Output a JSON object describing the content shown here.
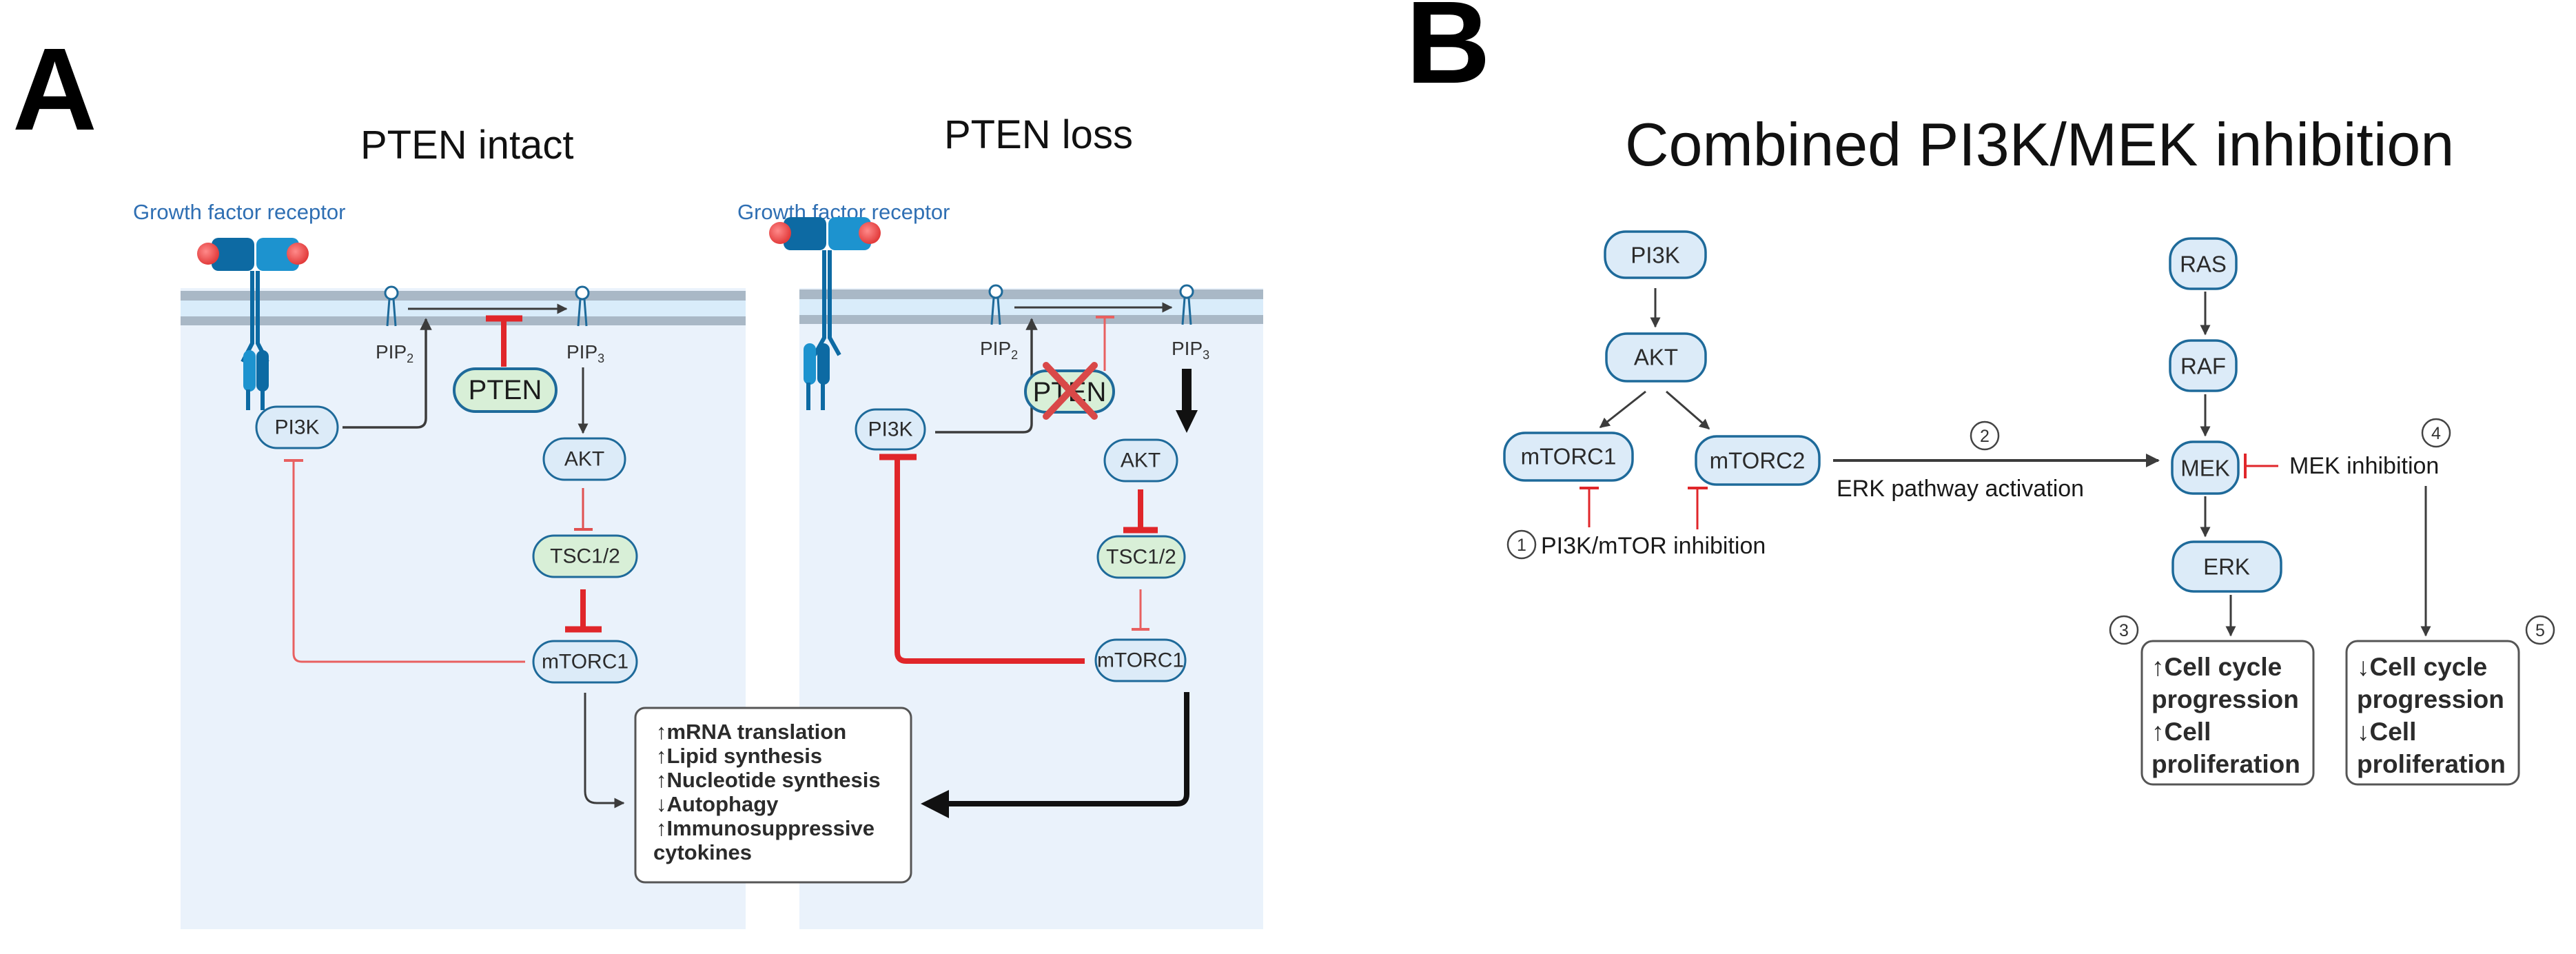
{
  "figure": {
    "panel_a": {
      "letter": "A",
      "intact": {
        "title": "PTEN intact",
        "receptor_label": "Growth factor receptor",
        "pip2": {
          "base": "PIP",
          "sub": "2"
        },
        "pip3": {
          "base": "PIP",
          "sub": "3"
        },
        "nodes": {
          "pi3k": "PI3K",
          "pten": "PTEN",
          "akt": "AKT",
          "tsc": "TSC1/2",
          "mtorc1": "mTORC1"
        }
      },
      "loss": {
        "title": "PTEN loss",
        "receptor_label": "Growth factor receptor",
        "pip2": {
          "base": "PIP",
          "sub": "2"
        },
        "pip3": {
          "base": "PIP",
          "sub": "3"
        },
        "nodes": {
          "pi3k": "PI3K",
          "pten": "PTEN",
          "akt": "AKT",
          "tsc": "TSC1/2",
          "mtorc1": "mTORC1"
        }
      },
      "outcomes": [
        "↑mRNA translation",
        "↑Lipid synthesis",
        "↑Nucleotide synthesis",
        "↓Autophagy",
        "↑Immunosuppressive",
        "cytokines"
      ]
    },
    "panel_b": {
      "letter": "B",
      "title": "Combined PI3K/MEK inhibition",
      "nodes": {
        "pi3k": "PI3K",
        "akt": "AKT",
        "mtorc1": "mTORC1",
        "mtorc2": "mTORC2",
        "ras": "RAS",
        "raf": "RAF",
        "mek": "MEK",
        "erk": "ERK"
      },
      "steps": {
        "s1": {
          "num": "1",
          "label": "PI3K/mTOR inhibition"
        },
        "s2": {
          "num": "2",
          "label": "ERK pathway activation"
        },
        "s3": {
          "num": "3"
        },
        "s4": {
          "num": "4",
          "label": "MEK inhibition"
        },
        "s5": {
          "num": "5"
        }
      },
      "outcome_up": [
        "↑Cell cycle",
        "progression",
        "↑Cell",
        "proliferation"
      ],
      "outcome_down": [
        "↓Cell cycle",
        "progression",
        "↓Cell",
        "proliferation"
      ]
    },
    "colors": {
      "node_fill": "#dcebf8",
      "node_stroke": "#1e6a9a",
      "tsc_fill": "#d8efd7",
      "inhibit_red": "#e0262a",
      "arrow_dark": "#3c3c3c",
      "cell_bg": "#eaf2fb",
      "membrane": "#a9b8c6"
    }
  }
}
